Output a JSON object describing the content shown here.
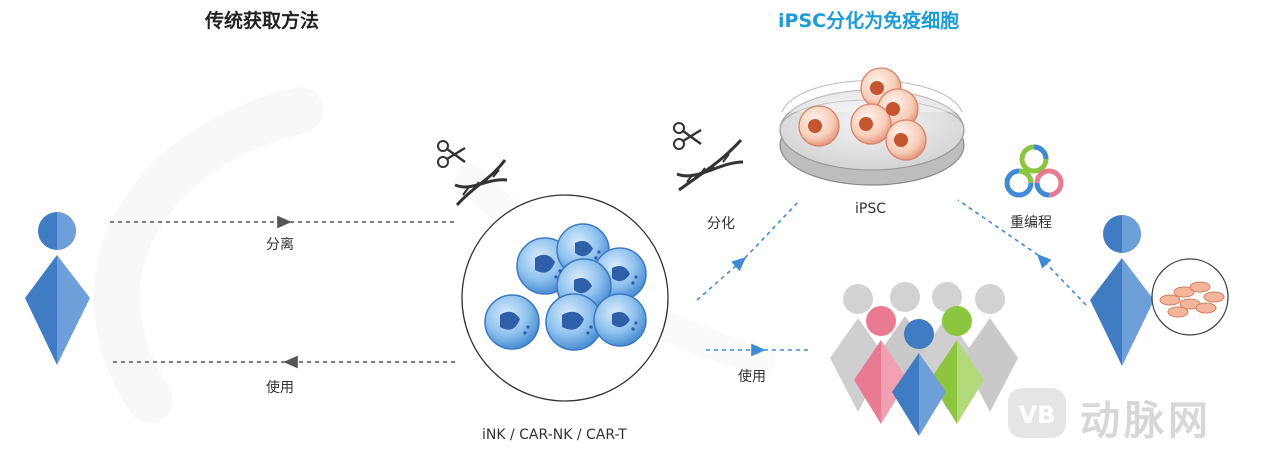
{
  "titles": {
    "left": "传统获取方法",
    "right": "iPSC分化为免疫细胞"
  },
  "labels": {
    "separate": "分离",
    "use_left": "使用",
    "cells": "iNK / CAR-NK / CAR-T",
    "differentiate": "分化",
    "ipsc": "iPSC",
    "reprogram": "重编程",
    "use_right": "使用"
  },
  "watermark": {
    "logo_text": "动脉网"
  },
  "colors": {
    "person_blue": "#3f7cc4",
    "person_blue_light": "#6e9fd8",
    "pink": "#e87b92",
    "green": "#8cc63f",
    "gray": "#cfcfcf",
    "arrow_gray": "#555555",
    "arrow_blue": "#3f8ad4",
    "title_blue": "#1c9bd6"
  },
  "icons": [
    "scissors-dna-icon",
    "plasmid-icon",
    "immune-cell-icon",
    "ipsc-dish-icon"
  ]
}
